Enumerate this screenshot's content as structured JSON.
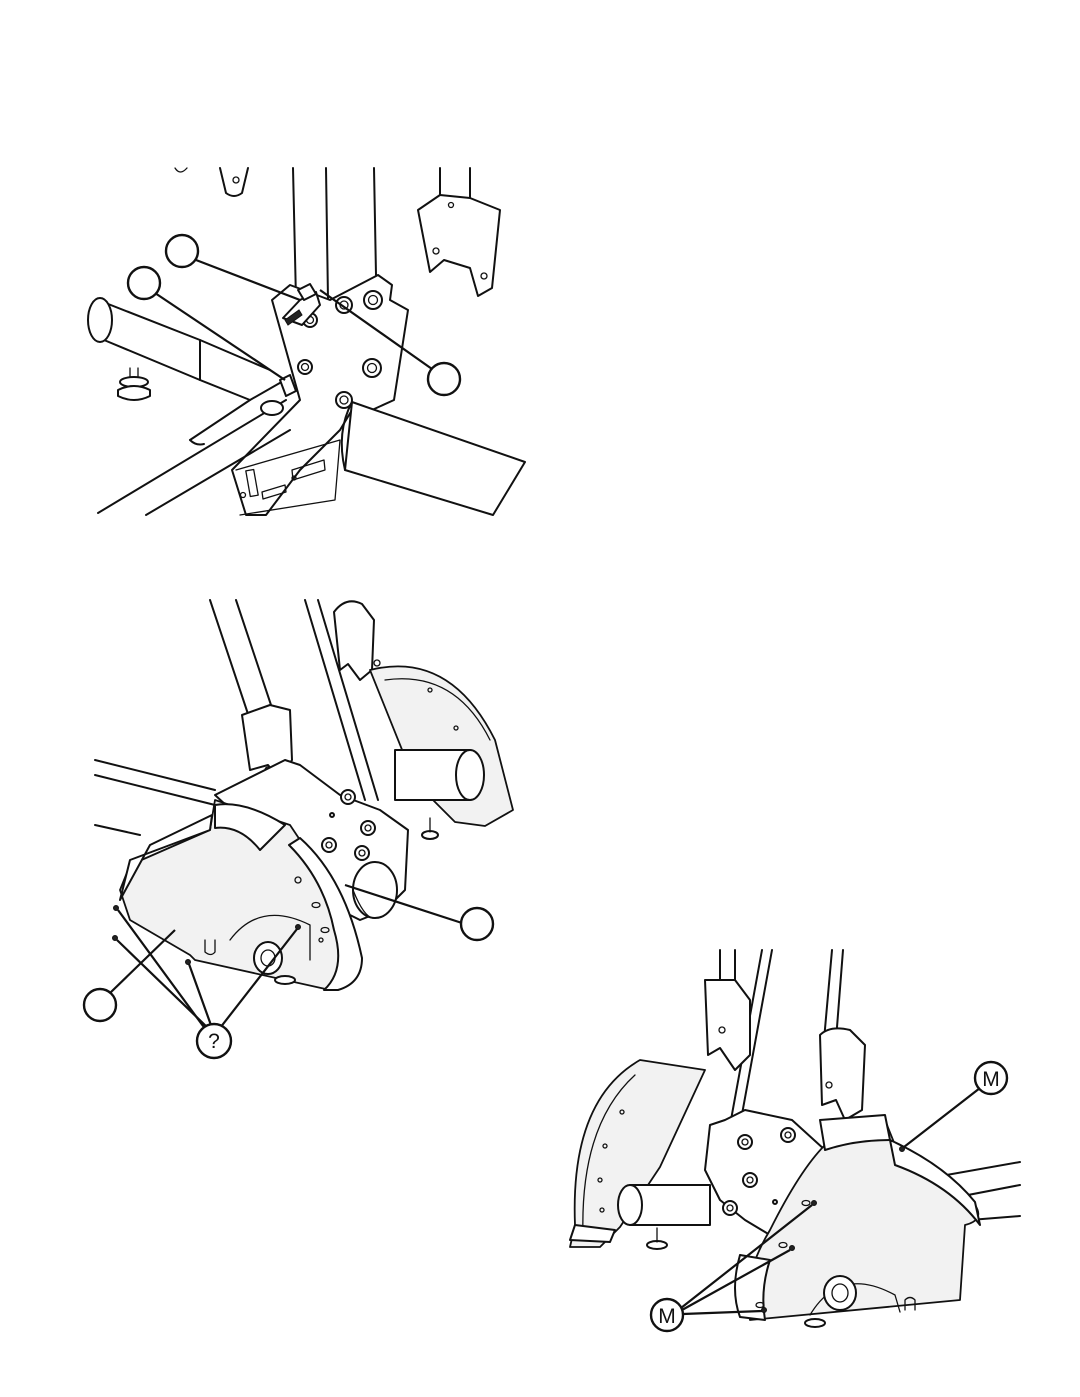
{
  "figures": [
    {
      "id": "figure-1",
      "callouts": []
    },
    {
      "id": "figure-2",
      "callouts": [
        {
          "label": "?"
        }
      ]
    },
    {
      "id": "figure-3",
      "callouts": [
        {
          "label": "M"
        },
        {
          "label": "M"
        }
      ]
    }
  ],
  "colors": {
    "ink": "#111111",
    "paper": "#ffffff"
  }
}
